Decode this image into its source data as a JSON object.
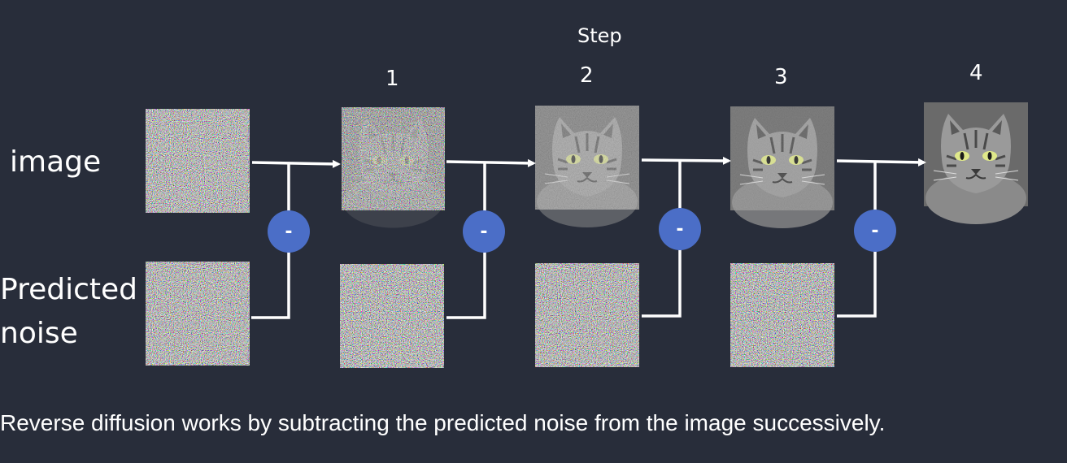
{
  "header": {
    "step_title": "Step"
  },
  "steps": [
    "1",
    "2",
    "3",
    "4"
  ],
  "rows": {
    "image_label": "image",
    "noise_label": "Predicted\nnoise"
  },
  "operator_symbol": "-",
  "caption": "Reverse diffusion works by subtracting the predicted noise from the image successively.",
  "colors": {
    "background": "#282d3a",
    "operator_fill": "#4b6ec7",
    "arrow": "#ffffff"
  },
  "icons": [
    "noise-tile",
    "cat-image",
    "minus-circle-icon",
    "arrow-icon"
  ]
}
